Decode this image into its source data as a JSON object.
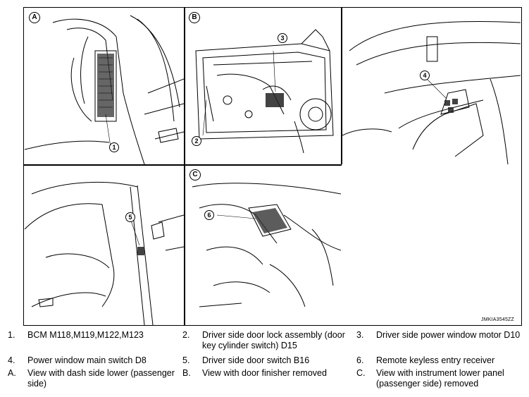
{
  "figure": {
    "code": "JMKIA3545ZZ",
    "panels": {
      "a": "A",
      "b": "B",
      "c": "C"
    },
    "callouts": [
      "1",
      "2",
      "3",
      "4",
      "5",
      "6"
    ]
  },
  "legend": {
    "items": [
      {
        "key": "1.",
        "text": "BCM M118,M119,M122,M123"
      },
      {
        "key": "2.",
        "text": "Driver side door lock assembly (door key cylinder switch) D15"
      },
      {
        "key": "3.",
        "text": "Driver side power window motor D10"
      },
      {
        "key": "4.",
        "text": "Power window main switch D8"
      },
      {
        "key": "5.",
        "text": "Driver side door switch B16"
      },
      {
        "key": "6.",
        "text": "Remote keyless entry receiver"
      },
      {
        "key": "A.",
        "text": "View with dash side lower (passenger side)"
      },
      {
        "key": "B.",
        "text": "View with door finisher removed"
      },
      {
        "key": "C.",
        "text": "View with instrument lower panel (passenger side) removed"
      }
    ]
  }
}
